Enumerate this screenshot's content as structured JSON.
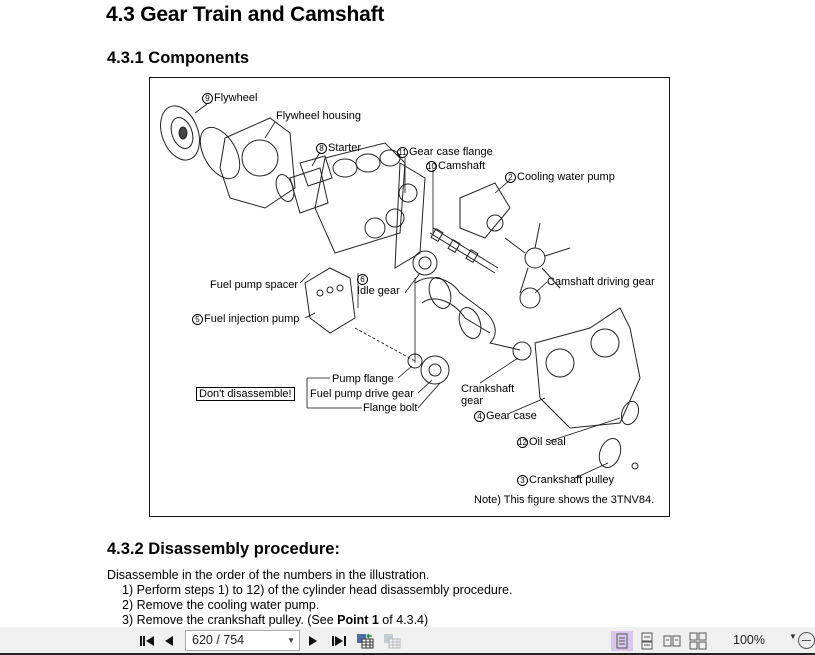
{
  "document": {
    "section_title": "4.3 Gear Train and Camshaft",
    "subsection_components": "4.3.1 Components",
    "subsection_disassembly": "4.3.2 Disassembly procedure:",
    "intro": "Disassemble in the order of the numbers in the illustration.",
    "steps": [
      "1) Perform steps 1) to 12) of the cylinder head disassembly procedure.",
      "2) Remove the cooling water pump.",
      "3) Remove the crankshaft pulley. (See ",
      "Point 1",
      " of 4.3.4)"
    ]
  },
  "figure": {
    "labels": {
      "flywheel_num": "9",
      "flywheel": "Flywheel",
      "flywheel_housing": "Flywheel housing",
      "starter_num": "8",
      "starter": "Starter",
      "gear_case_flange_num": "11",
      "gear_case_flange": "Gear case flange",
      "camshaft_num": "10",
      "camshaft": "Camshaft",
      "cooling_water_pump_num": "2",
      "cooling_water_pump": "Cooling water pump",
      "camshaft_driving_gear": "Camshaft driving gear",
      "fuel_pump_spacer": "Fuel pump spacer",
      "idle_gear_num": "6",
      "idle_gear": "Idle gear",
      "fuel_injection_pump_num": "5",
      "fuel_injection_pump": "Fuel injection pump",
      "pump_flange": "Pump flange",
      "dont_disassemble": "Don't disassemble!",
      "fuel_pump_drive_gear": "Fuel pump drive gear",
      "flange_bolt": "Flange bolt",
      "crankshaft_gear_1": "Crankshaft",
      "crankshaft_gear_2": "gear",
      "gear_case_num": "4",
      "gear_case": "Gear case",
      "oil_seal_num": "12",
      "oil_seal": "Oil seal",
      "crankshaft_pulley_num": "3",
      "crankshaft_pulley": "Crankshaft pulley",
      "note": "Note) This figure shows the 3TNV84."
    }
  },
  "toolbar": {
    "page_indicator": "620 / 754",
    "zoom_level": "100%",
    "icons": {
      "first": "first-page-icon",
      "prev": "previous-page-icon",
      "next": "next-page-icon",
      "last": "last-page-icon",
      "back": "previous-view-icon",
      "forward": "next-view-icon",
      "single": "single-page-view-icon",
      "continuous": "continuous-view-icon",
      "facing": "facing-view-icon",
      "continuous_facing": "continuous-facing-view-icon",
      "zoom_out": "zoom-out-icon"
    },
    "colors": {
      "active_view": "#d9c6ec",
      "bar": "#f0f0f0"
    }
  }
}
